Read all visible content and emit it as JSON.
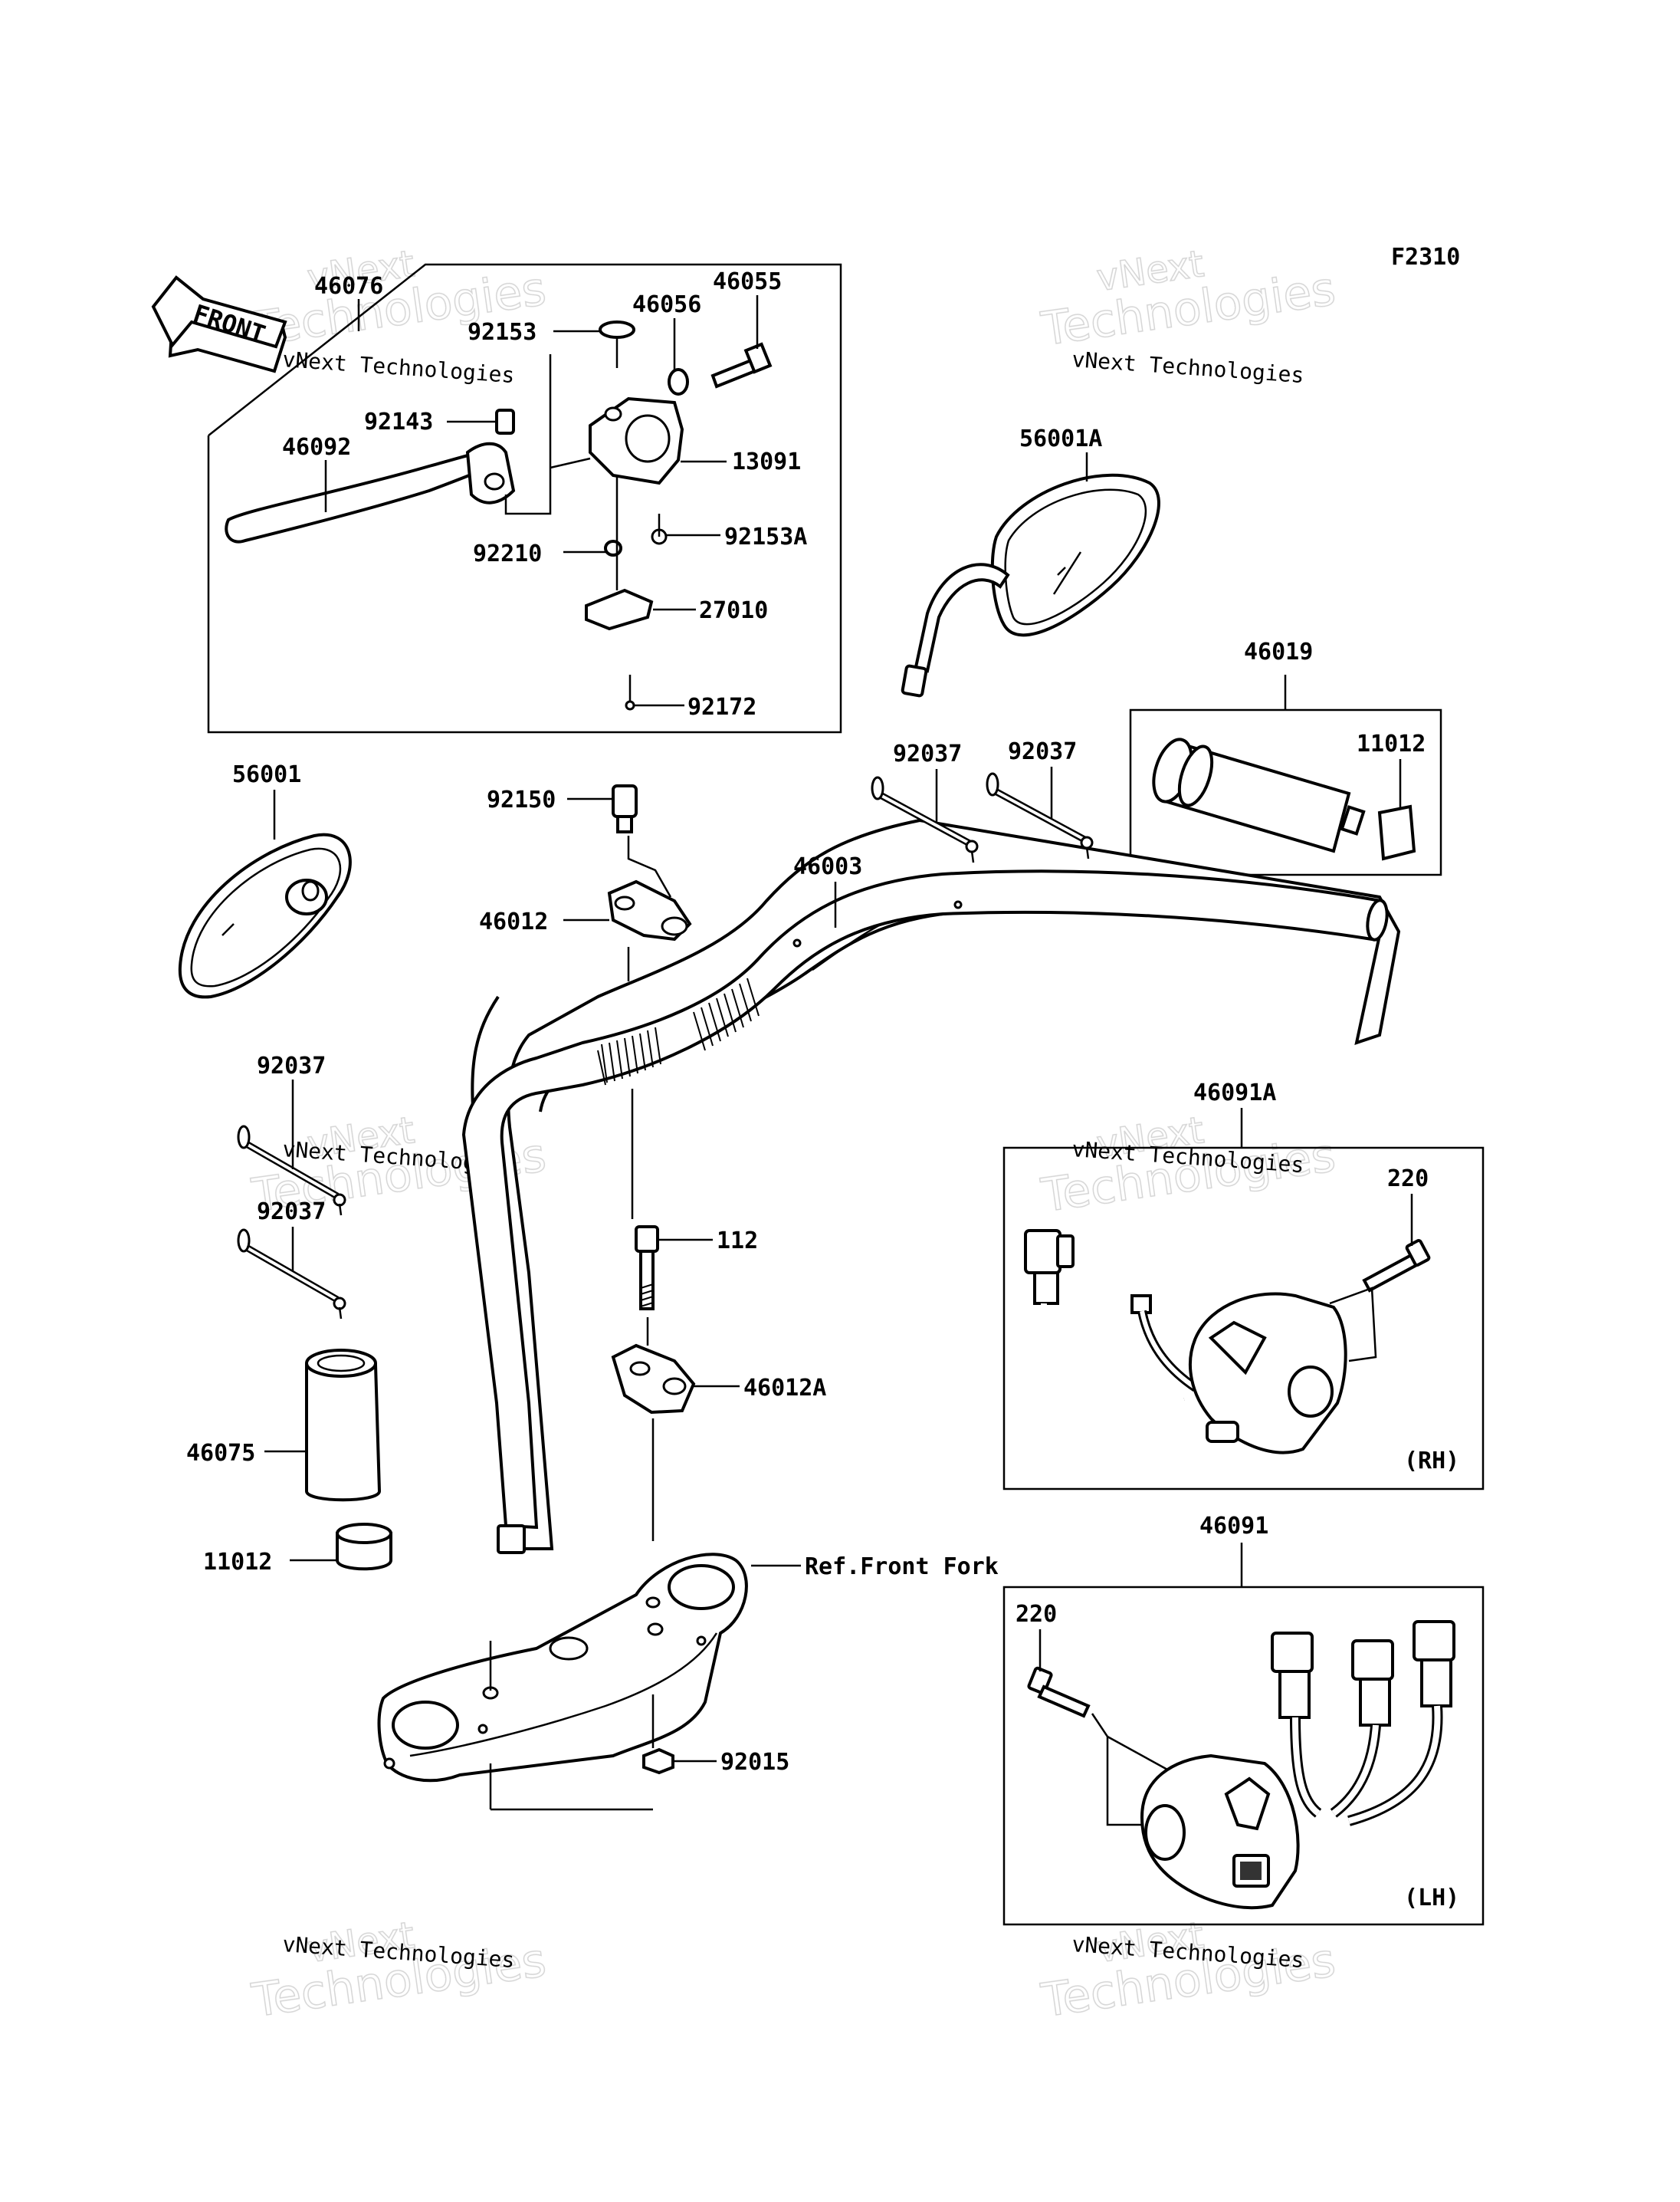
{
  "figure_code": "F2310",
  "front_arrow_label": "FRONT",
  "ref_note": "Ref.Front Fork",
  "box_labels": {
    "rh": "(RH)",
    "lh": "(LH)"
  },
  "watermark": {
    "brand": "vNext Technologies",
    "big_line1": "vNext",
    "big_line2": "Technologies"
  },
  "parts": [
    {
      "id": "p46076",
      "number": "46076"
    },
    {
      "id": "p46055",
      "number": "46055"
    },
    {
      "id": "p46056",
      "number": "46056"
    },
    {
      "id": "p92153",
      "number": "92153"
    },
    {
      "id": "p92143",
      "number": "92143"
    },
    {
      "id": "p46092",
      "number": "46092"
    },
    {
      "id": "p13091",
      "number": "13091"
    },
    {
      "id": "p92153A",
      "number": "92153A"
    },
    {
      "id": "p92210",
      "number": "92210"
    },
    {
      "id": "p27010",
      "number": "27010"
    },
    {
      "id": "p92172",
      "number": "92172"
    },
    {
      "id": "p56001A",
      "number": "56001A"
    },
    {
      "id": "p46019",
      "number": "46019"
    },
    {
      "id": "p11012a",
      "number": "11012"
    },
    {
      "id": "p92037a",
      "number": "92037"
    },
    {
      "id": "p92037b",
      "number": "92037"
    },
    {
      "id": "p56001",
      "number": "56001"
    },
    {
      "id": "p92150",
      "number": "92150"
    },
    {
      "id": "p46003",
      "number": "46003"
    },
    {
      "id": "p46012",
      "number": "46012"
    },
    {
      "id": "p92037c",
      "number": "92037"
    },
    {
      "id": "p92037d",
      "number": "92037"
    },
    {
      "id": "p46091A",
      "number": "46091A"
    },
    {
      "id": "p220a",
      "number": "220"
    },
    {
      "id": "p112",
      "number": "112"
    },
    {
      "id": "p46012A",
      "number": "46012A"
    },
    {
      "id": "p46075",
      "number": "46075"
    },
    {
      "id": "p11012b",
      "number": "11012"
    },
    {
      "id": "p46091",
      "number": "46091"
    },
    {
      "id": "p220b",
      "number": "220"
    },
    {
      "id": "p92015",
      "number": "92015"
    }
  ]
}
